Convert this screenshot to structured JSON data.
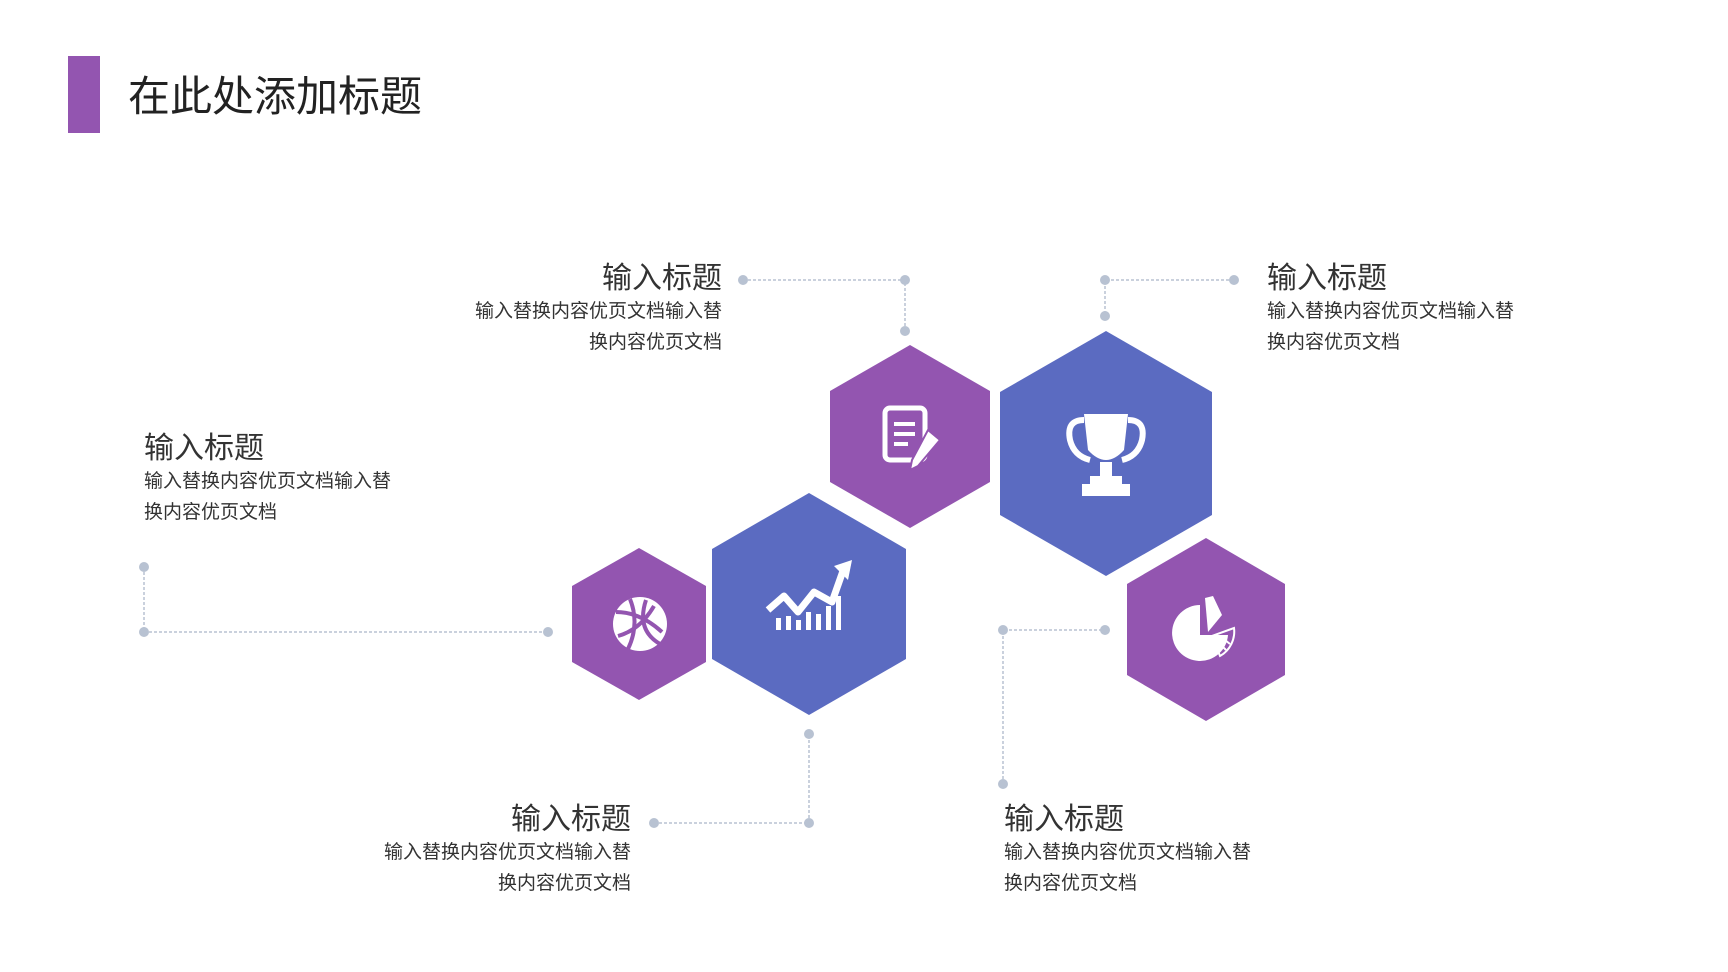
{
  "page": {
    "title": "在此处添加标题"
  },
  "colors": {
    "accent": "#9355b0",
    "purple": "#9355b0",
    "blue": "#5b6bc1",
    "connector": "#b8c2d2"
  },
  "items": [
    {
      "title": "输入标题",
      "desc_line1": "输入替换内容优页文档输入替",
      "desc_line2": "换内容优页文档",
      "icon": "document-pen-icon"
    },
    {
      "title": "输入标题",
      "desc_line1": "输入替换内容优页文档输入替",
      "desc_line2": "换内容优页文档",
      "icon": "trophy-icon"
    },
    {
      "title": "输入标题",
      "desc_line1": "输入替换内容优页文档输入替",
      "desc_line2": "换内容优页文档",
      "icon": "basketball-icon"
    },
    {
      "title": "输入标题",
      "desc_line1": "输入替换内容优页文档输入替",
      "desc_line2": "换内容优页文档",
      "icon": "growth-chart-icon"
    },
    {
      "title": "输入标题",
      "desc_line1": "输入替换内容优页文档输入替",
      "desc_line2": "换内容优页文档",
      "icon": "pie-chart-icon"
    }
  ]
}
